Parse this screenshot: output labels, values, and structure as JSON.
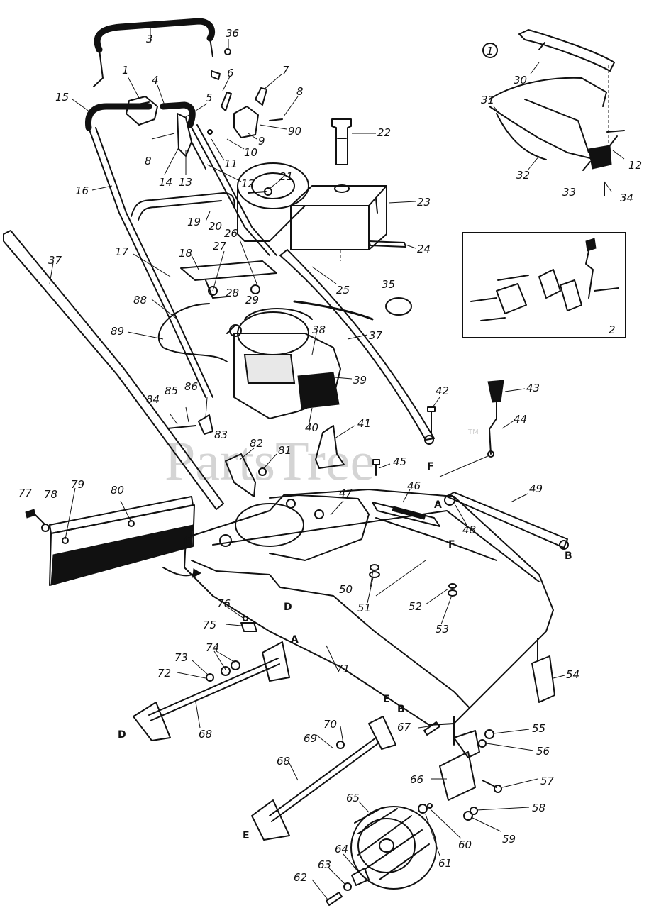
{
  "watermark": {
    "text": "PartsTree",
    "trademark": "TM"
  },
  "insets": [
    {
      "id": "1",
      "label": "1"
    },
    {
      "id": "2",
      "label": "2"
    }
  ],
  "callouts": [
    {
      "n": "36"
    },
    {
      "n": "3"
    },
    {
      "n": "1"
    },
    {
      "n": "4"
    },
    {
      "n": "6"
    },
    {
      "n": "7"
    },
    {
      "n": "8"
    },
    {
      "n": "15"
    },
    {
      "n": "5"
    },
    {
      "n": "90"
    },
    {
      "n": "9"
    },
    {
      "n": "10"
    },
    {
      "n": "8"
    },
    {
      "n": "11"
    },
    {
      "n": "14"
    },
    {
      "n": "13"
    },
    {
      "n": "12"
    },
    {
      "n": "21"
    },
    {
      "n": "16"
    },
    {
      "n": "19"
    },
    {
      "n": "20"
    },
    {
      "n": "26"
    },
    {
      "n": "27"
    },
    {
      "n": "17"
    },
    {
      "n": "18"
    },
    {
      "n": "28"
    },
    {
      "n": "29"
    },
    {
      "n": "37"
    },
    {
      "n": "88"
    },
    {
      "n": "89"
    },
    {
      "n": "38"
    },
    {
      "n": "37"
    },
    {
      "n": "39"
    },
    {
      "n": "22"
    },
    {
      "n": "23"
    },
    {
      "n": "24"
    },
    {
      "n": "25"
    },
    {
      "n": "35"
    },
    {
      "n": "30"
    },
    {
      "n": "31"
    },
    {
      "n": "12"
    },
    {
      "n": "32"
    },
    {
      "n": "33"
    },
    {
      "n": "34"
    },
    {
      "n": "2"
    },
    {
      "n": "42"
    },
    {
      "n": "43"
    },
    {
      "n": "44"
    },
    {
      "n": "41"
    },
    {
      "n": "40"
    },
    {
      "n": "84"
    },
    {
      "n": "85"
    },
    {
      "n": "86"
    },
    {
      "n": "83"
    },
    {
      "n": "82"
    },
    {
      "n": "81"
    },
    {
      "n": "45"
    },
    {
      "n": "46"
    },
    {
      "n": "47"
    },
    {
      "n": "49"
    },
    {
      "n": "48"
    },
    {
      "n": "77"
    },
    {
      "n": "78"
    },
    {
      "n": "79"
    },
    {
      "n": "80"
    },
    {
      "n": "50"
    },
    {
      "n": "51"
    },
    {
      "n": "52"
    },
    {
      "n": "53"
    },
    {
      "n": "76"
    },
    {
      "n": "75"
    },
    {
      "n": "73"
    },
    {
      "n": "74"
    },
    {
      "n": "72"
    },
    {
      "n": "71"
    },
    {
      "n": "68"
    },
    {
      "n": "54"
    },
    {
      "n": "69"
    },
    {
      "n": "70"
    },
    {
      "n": "67"
    },
    {
      "n": "55"
    },
    {
      "n": "56"
    },
    {
      "n": "66"
    },
    {
      "n": "68"
    },
    {
      "n": "57"
    },
    {
      "n": "65"
    },
    {
      "n": "58"
    },
    {
      "n": "60"
    },
    {
      "n": "59"
    },
    {
      "n": "61"
    },
    {
      "n": "64"
    },
    {
      "n": "63"
    },
    {
      "n": "62"
    }
  ],
  "ref_letters": [
    {
      "t": "A"
    },
    {
      "t": "F"
    },
    {
      "t": "B"
    },
    {
      "t": "F"
    },
    {
      "t": "D"
    },
    {
      "t": "A"
    },
    {
      "t": "E"
    },
    {
      "t": "B"
    },
    {
      "t": "D"
    },
    {
      "t": "E"
    }
  ]
}
